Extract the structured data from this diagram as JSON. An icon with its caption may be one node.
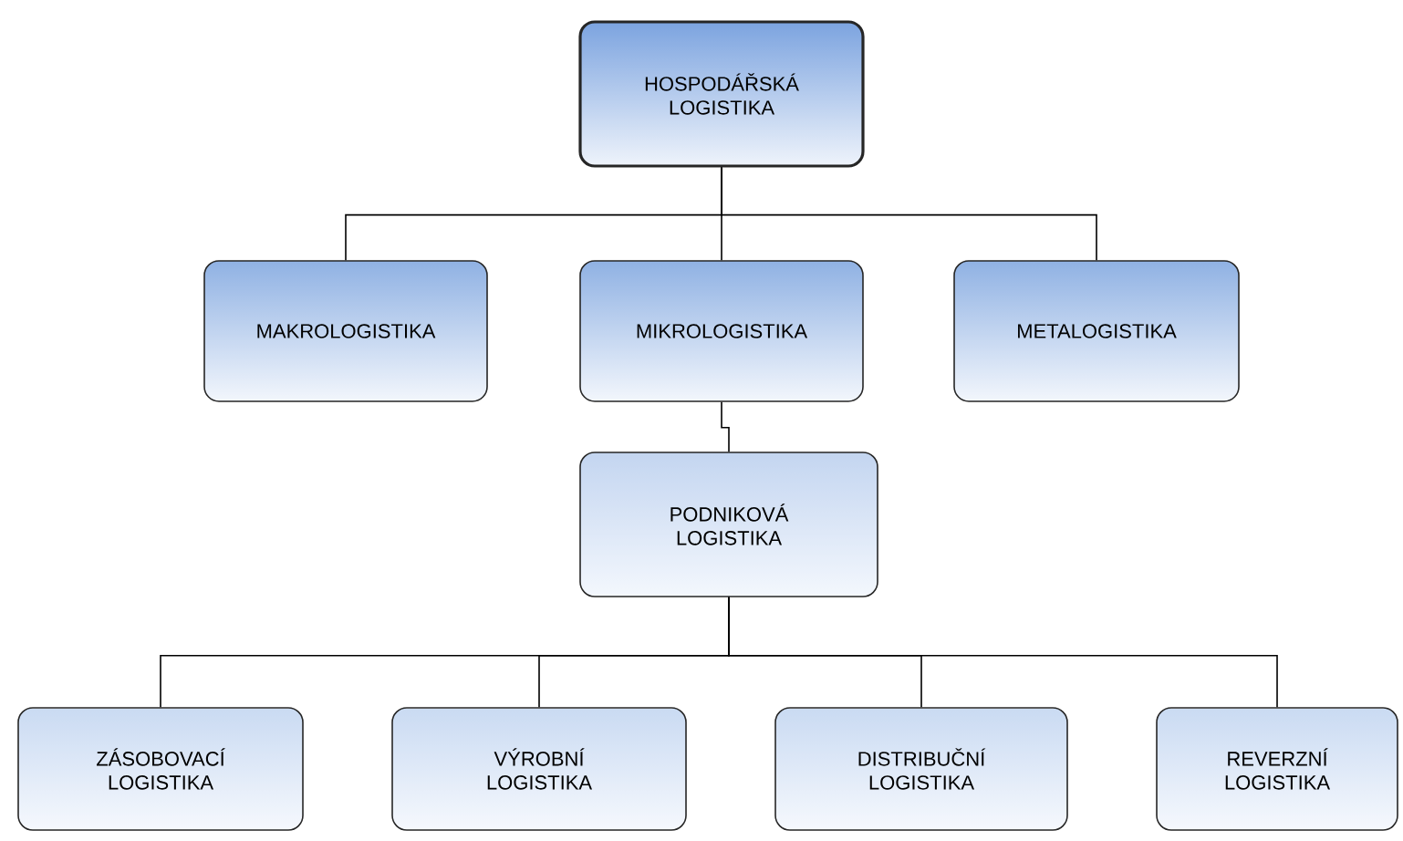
{
  "diagram": {
    "nodes": [
      {
        "text": [
          "HOSPODÁŘSKÁ LOGISTIKA"
        ]
      },
      {
        "text": [
          "MAKROLOGISTIKA"
        ]
      },
      {
        "text": [
          "MIKROLOGISTIKA"
        ]
      },
      {
        "text": [
          "METALOGISTIKA"
        ]
      },
      {
        "text": [
          "PODNIKOVÁ LOGISTIKA"
        ]
      },
      {
        "text": [
          "ZÁSOBOVACÍ LOGISTIKA"
        ]
      },
      {
        "text": [
          "VÝROBNÍ LOGISTIKA"
        ]
      },
      {
        "text": [
          "DISTRIBUČNÍ LOGISTIKA"
        ]
      },
      {
        "text": [
          "REVERZNÍ LOGISTIKA"
        ]
      }
    ],
    "edges": [
      {
        "from": 0,
        "to": 1,
        "arrow": "none"
      },
      {
        "from": 0,
        "to": 2,
        "arrow": "none"
      },
      {
        "from": 0,
        "to": 3,
        "arrow": "none"
      },
      {
        "from": 2,
        "to": 4,
        "arrow": "none"
      },
      {
        "from": 4,
        "to": 5,
        "arrow": "none"
      },
      {
        "from": 4,
        "to": 6,
        "arrow": "none"
      },
      {
        "from": 4,
        "to": 7,
        "arrow": "none"
      },
      {
        "from": 4,
        "to": 8,
        "arrow": "none"
      }
    ]
  }
}
